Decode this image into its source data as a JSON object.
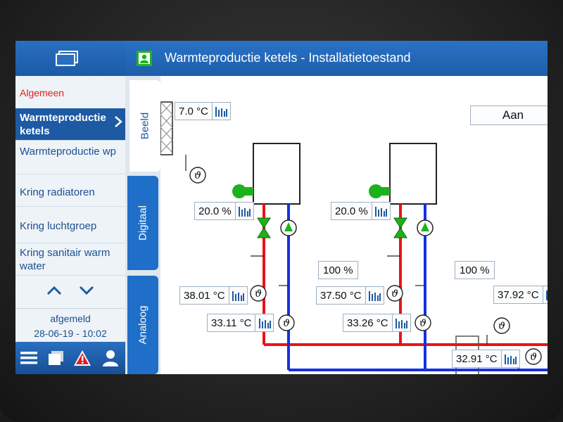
{
  "header": {
    "title": "Warmteproductie ketels - Installatietoestand"
  },
  "sidebar": {
    "category": "Algemeen",
    "items": [
      {
        "label": "Warmteproductie ketels"
      },
      {
        "label": "Warmteproductie wp"
      },
      {
        "label": "Kring radiatoren"
      },
      {
        "label": "Kring luchtgroep"
      },
      {
        "label": "Kring sanitair warm water"
      }
    ],
    "status": "afgemeld",
    "datetime": "28-06-19 - 10:02"
  },
  "tabs": [
    {
      "label": "Beeld"
    },
    {
      "label": "Digitaal"
    },
    {
      "label": "Analoog"
    }
  ],
  "diagram": {
    "status": "Aan",
    "outdoor_temp": "7.0 °C",
    "boiler1": {
      "modulation": "20.0 %",
      "pump": "100 %",
      "supply_temp": "38.01 °C",
      "return_temp": "33.11 °C"
    },
    "boiler2": {
      "modulation": "20.0 %",
      "pump": "100 %",
      "supply_temp": "37.50 °C",
      "return_temp": "33.26 °C"
    },
    "header_supply_temp": "37.92 °C",
    "header_return_temp": "32.91 °C"
  },
  "colors": {
    "supply": "#e8141a",
    "return": "#1630e0",
    "pump": "#1db21d",
    "accent": "#1e5aa3"
  }
}
